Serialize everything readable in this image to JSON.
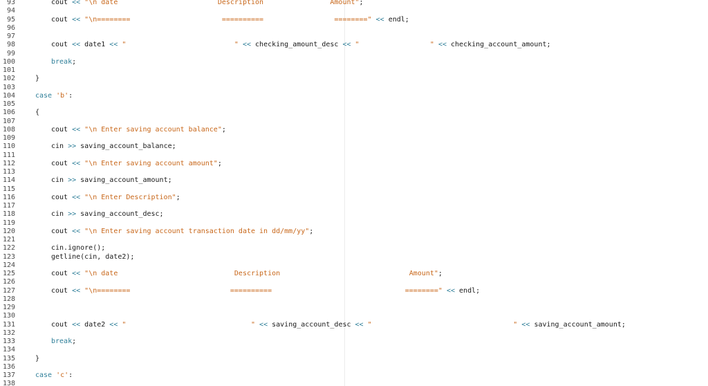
{
  "editor": {
    "colors": {
      "plain": "#1a1a1a",
      "operator": "#2f7f99",
      "keyword": "#2f7f99",
      "string": "#c8671a",
      "line_number": "#4a4a4a"
    },
    "lines": [
      {
        "n": "93",
        "segs": [
          [
            "cout ",
            "plain"
          ],
          [
            "<< ",
            "op"
          ],
          [
            "\"\\n date                        Description                Amount\"",
            "str"
          ],
          [
            ";",
            "plain"
          ]
        ]
      },
      {
        "n": "94",
        "segs": []
      },
      {
        "n": "95",
        "segs": [
          [
            "cout ",
            "plain"
          ],
          [
            "<< ",
            "op"
          ],
          [
            "\"\\n========                      ==========                 ========\"",
            "str"
          ],
          [
            " ",
            "plain"
          ],
          [
            "<<",
            "op"
          ],
          [
            " endl;",
            "plain"
          ]
        ]
      },
      {
        "n": "96",
        "segs": []
      },
      {
        "n": "97",
        "segs": []
      },
      {
        "n": "98",
        "segs": [
          [
            "cout ",
            "plain"
          ],
          [
            "<< ",
            "op"
          ],
          [
            "date1 ",
            "plain"
          ],
          [
            "<< ",
            "op"
          ],
          [
            "\"                          \"",
            "str"
          ],
          [
            " ",
            "plain"
          ],
          [
            "<<",
            "op"
          ],
          [
            " checking_amount_desc ",
            "plain"
          ],
          [
            "<< ",
            "op"
          ],
          [
            "\"                 \"",
            "str"
          ],
          [
            " ",
            "plain"
          ],
          [
            "<<",
            "op"
          ],
          [
            " checking_account_amount;",
            "plain"
          ]
        ]
      },
      {
        "n": "99",
        "segs": []
      },
      {
        "n": "100",
        "segs": [
          [
            "break",
            "kw"
          ],
          [
            ";",
            "plain"
          ]
        ]
      },
      {
        "n": "101",
        "segs": []
      },
      {
        "n": "102",
        "segs": [
          [
            "}",
            "plain"
          ]
        ]
      },
      {
        "n": "103",
        "segs": []
      },
      {
        "n": "104",
        "segs": [
          [
            "case ",
            "kw"
          ],
          [
            "'b'",
            "str"
          ],
          [
            ":",
            "plain"
          ]
        ]
      },
      {
        "n": "105",
        "segs": []
      },
      {
        "n": "106",
        "segs": [
          [
            "{",
            "plain"
          ]
        ]
      },
      {
        "n": "107",
        "segs": []
      },
      {
        "n": "108",
        "segs": [
          [
            "cout ",
            "plain"
          ],
          [
            "<< ",
            "op"
          ],
          [
            "\"\\n Enter saving account balance\"",
            "str"
          ],
          [
            ";",
            "plain"
          ]
        ]
      },
      {
        "n": "109",
        "segs": []
      },
      {
        "n": "110",
        "segs": [
          [
            "cin ",
            "plain"
          ],
          [
            ">> ",
            "op"
          ],
          [
            "saving_account_balance;",
            "plain"
          ]
        ]
      },
      {
        "n": "111",
        "segs": []
      },
      {
        "n": "112",
        "segs": [
          [
            "cout ",
            "plain"
          ],
          [
            "<< ",
            "op"
          ],
          [
            "\"\\n Enter saving account amount\"",
            "str"
          ],
          [
            ";",
            "plain"
          ]
        ]
      },
      {
        "n": "113",
        "segs": []
      },
      {
        "n": "114",
        "segs": [
          [
            "cin ",
            "plain"
          ],
          [
            ">> ",
            "op"
          ],
          [
            "saving_account_amount;",
            "plain"
          ]
        ]
      },
      {
        "n": "115",
        "segs": []
      },
      {
        "n": "116",
        "segs": [
          [
            "cout ",
            "plain"
          ],
          [
            "<< ",
            "op"
          ],
          [
            "\"\\n Enter Description\"",
            "str"
          ],
          [
            ";",
            "plain"
          ]
        ]
      },
      {
        "n": "117",
        "segs": []
      },
      {
        "n": "118",
        "segs": [
          [
            "cin ",
            "plain"
          ],
          [
            ">> ",
            "op"
          ],
          [
            "saving_account_desc;",
            "plain"
          ]
        ]
      },
      {
        "n": "119",
        "segs": []
      },
      {
        "n": "120",
        "segs": [
          [
            "cout ",
            "plain"
          ],
          [
            "<< ",
            "op"
          ],
          [
            "\"\\n Enter saving account transaction date in dd/mm/yy\"",
            "str"
          ],
          [
            ";",
            "plain"
          ]
        ]
      },
      {
        "n": "121",
        "segs": []
      },
      {
        "n": "122",
        "segs": [
          [
            "cin.ignore();",
            "plain"
          ]
        ]
      },
      {
        "n": "123",
        "segs": [
          [
            "getline(cin, date2);",
            "plain"
          ]
        ]
      },
      {
        "n": "124",
        "segs": []
      },
      {
        "n": "125",
        "segs": [
          [
            "cout ",
            "plain"
          ],
          [
            "<< ",
            "op"
          ],
          [
            "\"\\n date                            Description                               Amount\"",
            "str"
          ],
          [
            ";",
            "plain"
          ]
        ]
      },
      {
        "n": "126",
        "segs": []
      },
      {
        "n": "127",
        "segs": [
          [
            "cout ",
            "plain"
          ],
          [
            "<< ",
            "op"
          ],
          [
            "\"\\n========                        ==========                                ========\"",
            "str"
          ],
          [
            " ",
            "plain"
          ],
          [
            "<<",
            "op"
          ],
          [
            " endl;",
            "plain"
          ]
        ]
      },
      {
        "n": "128",
        "segs": []
      },
      {
        "n": "129",
        "segs": []
      },
      {
        "n": "130",
        "segs": []
      },
      {
        "n": "131",
        "segs": [
          [
            "cout ",
            "plain"
          ],
          [
            "<< ",
            "op"
          ],
          [
            "date2 ",
            "plain"
          ],
          [
            "<< ",
            "op"
          ],
          [
            "\"                              \"",
            "str"
          ],
          [
            " ",
            "plain"
          ],
          [
            "<<",
            "op"
          ],
          [
            " saving_account_desc ",
            "plain"
          ],
          [
            "<< ",
            "op"
          ],
          [
            "\"                                  \"",
            "str"
          ],
          [
            " ",
            "plain"
          ],
          [
            "<<",
            "op"
          ],
          [
            " saving_account_amount;",
            "plain"
          ]
        ]
      },
      {
        "n": "132",
        "segs": []
      },
      {
        "n": "133",
        "segs": [
          [
            "break",
            "kw"
          ],
          [
            ";",
            "plain"
          ]
        ]
      },
      {
        "n": "134",
        "segs": []
      },
      {
        "n": "135",
        "segs": [
          [
            "}",
            "plain"
          ]
        ]
      },
      {
        "n": "136",
        "segs": []
      },
      {
        "n": "137",
        "segs": [
          [
            "case ",
            "kw"
          ],
          [
            "'c'",
            "str"
          ],
          [
            ":",
            "plain"
          ]
        ]
      },
      {
        "n": "138",
        "segs": []
      }
    ]
  }
}
